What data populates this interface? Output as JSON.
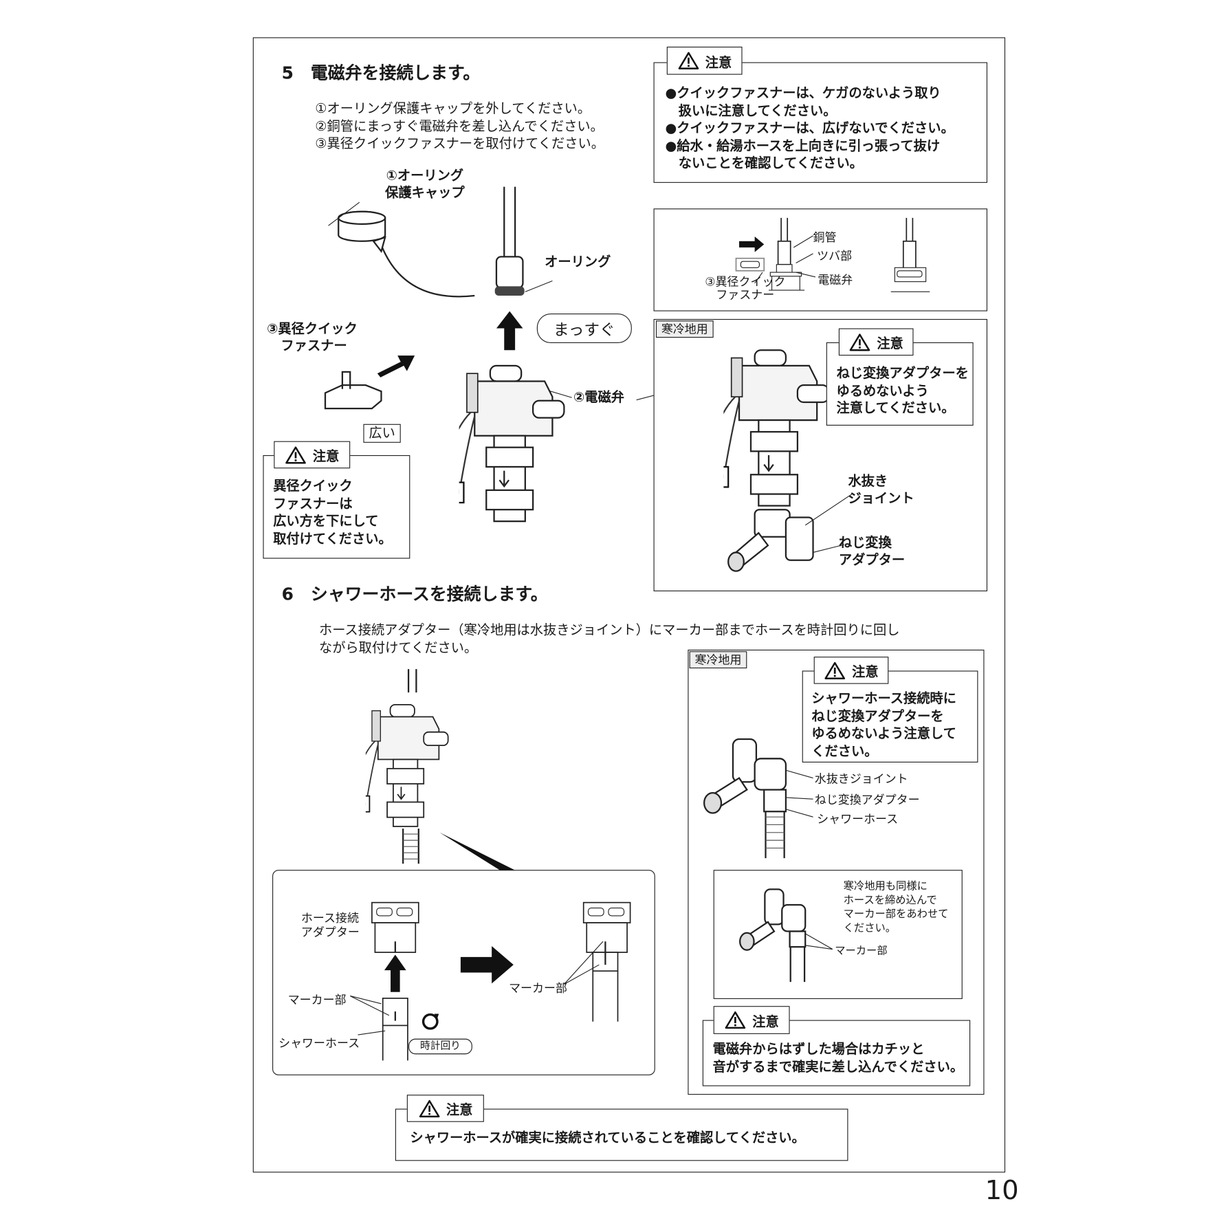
{
  "page_number": "10",
  "step5": {
    "heading": "5　電磁弁を接続します。",
    "instructions": [
      "①オーリング保護キャップを外してください。",
      "②銅管にまっすぐ電磁弁を差し込んでください。",
      "③異径クイックファスナーを取付けてください。"
    ],
    "caution_label": "注意",
    "caution_main": [
      "●クイックファスナーは、ケガのないよう取り",
      "　扱いに注意してください。",
      "●クイックファスナーは、広げないでください。",
      "●給水・給湯ホースを上向きに引っ張って抜け",
      "　ないことを確認してください。"
    ],
    "detail": {
      "copper_pipe": "銅管",
      "flange": "ツバ部",
      "valve": "電磁弁",
      "fastener": [
        "③異径クイック",
        "ファスナー"
      ]
    },
    "labels": {
      "cap": [
        "①オーリング",
        "保護キャップ"
      ],
      "oring": "オーリング",
      "straight": "まっすぐ",
      "fastener": [
        "③異径クイック",
        "ファスナー"
      ],
      "valve": "②電磁弁",
      "wide": "広い"
    },
    "caution_left": [
      "異径クイック",
      "ファスナーは",
      "広い方を下にして",
      "取付けてください。"
    ],
    "cold": {
      "tag": "寒冷地用",
      "caution": [
        "ねじ変換アダプターを",
        "ゆるめないよう",
        "注意してください。"
      ],
      "drain_joint": [
        "水抜き",
        "ジョイント"
      ],
      "adapter": [
        "ねじ変換",
        "アダプター"
      ]
    }
  },
  "step6": {
    "heading": "6　シャワーホースを接続します。",
    "paragraph": [
      "ホース接続アダプター（寒冷地用は水抜きジョイント）にマーカー部までホースを時計回りに回し",
      "ながら取付けてください。"
    ],
    "detail": {
      "adapter": [
        "ホース接続",
        "アダプター"
      ],
      "marker": "マーカー部",
      "hose": "シャワーホース",
      "clockwise": "時計回り",
      "marker_right": "マーカー部"
    },
    "cold": {
      "tag": "寒冷地用",
      "caution": [
        "シャワーホース接続時に",
        "ねじ変換アダプターを",
        "ゆるめないよう注意して",
        "ください。"
      ],
      "drain_joint": "水抜きジョイント",
      "adapter": "ねじ変換アダプター",
      "hose": "シャワーホース",
      "note": [
        "寒冷地用も同様に",
        "ホースを締め込んで",
        "マーカー部をあわせて",
        "ください。"
      ],
      "marker": "マーカー部",
      "caution2": [
        "電磁弁からはずした場合はカチッと",
        "音がするまで確実に差し込んでください。"
      ]
    },
    "caution_bottom": "シャワーホースが確実に接続されていることを確認してください。"
  }
}
